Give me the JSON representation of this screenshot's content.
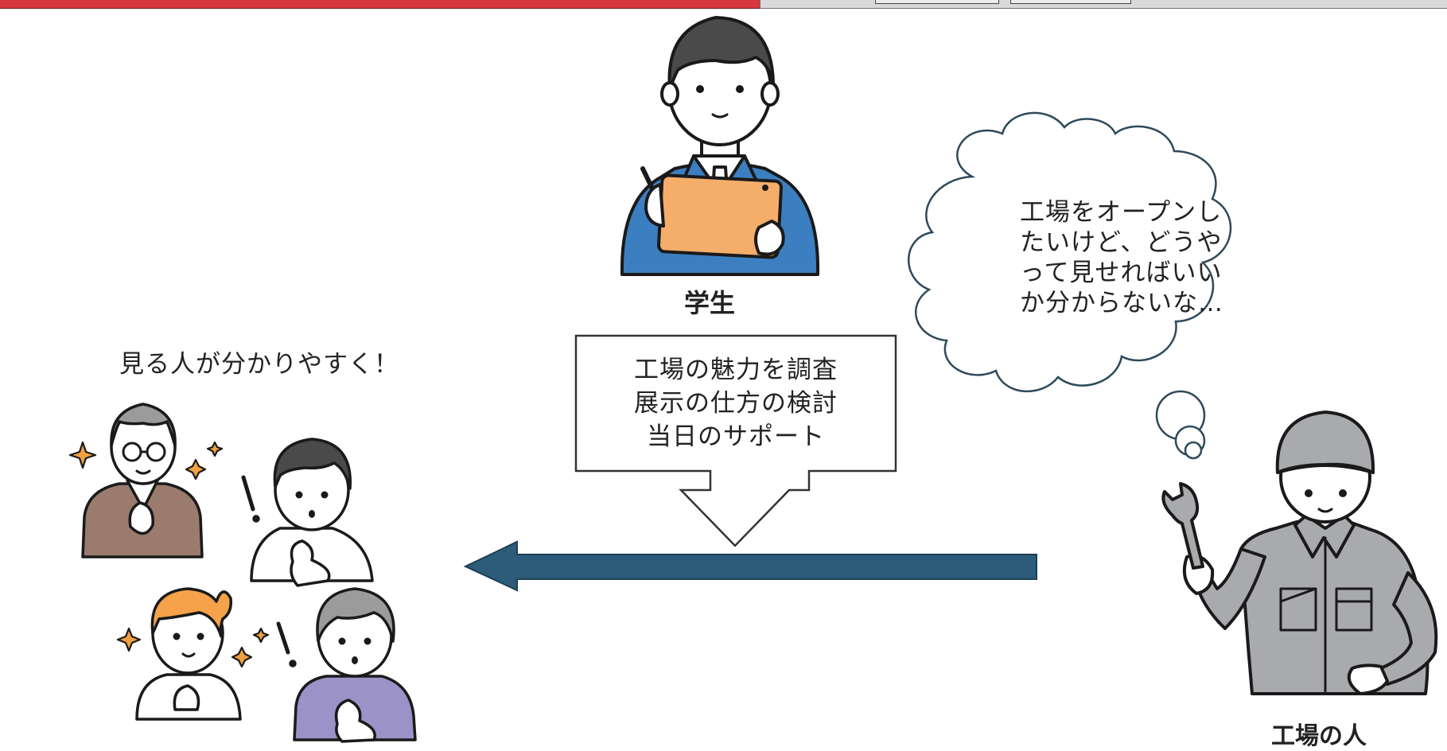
{
  "student": {
    "label": "学生"
  },
  "tasks": {
    "lines": [
      "工場の魅力を調査",
      "展示の仕方の検討",
      "当日のサポート"
    ]
  },
  "thought": {
    "lines": [
      "工場をオープンし",
      "たいけど、どうや",
      "って見せればいい",
      "か分からないな…"
    ]
  },
  "factory_person": {
    "label": "工場の人"
  },
  "visitors": {
    "caption": "見る人が分かりやすく！"
  },
  "colors": {
    "arrow": "#2c5c7a",
    "arrow_outline": "#1d3f55",
    "student_suit": "#3c7fc0",
    "tablet": "#f5ad6a",
    "uniform": "#a9aaad",
    "sparkle": "#f0a040",
    "visitor_brown": "#9a7b6e",
    "visitor_purple": "#9b92c7",
    "girl_hair": "#f5a24a",
    "hair_dark": "#4a4a4a",
    "hair_gray": "#9b9b9b",
    "thought_outline": "#2d4a5a",
    "top_bar_red": "#d7373f"
  }
}
